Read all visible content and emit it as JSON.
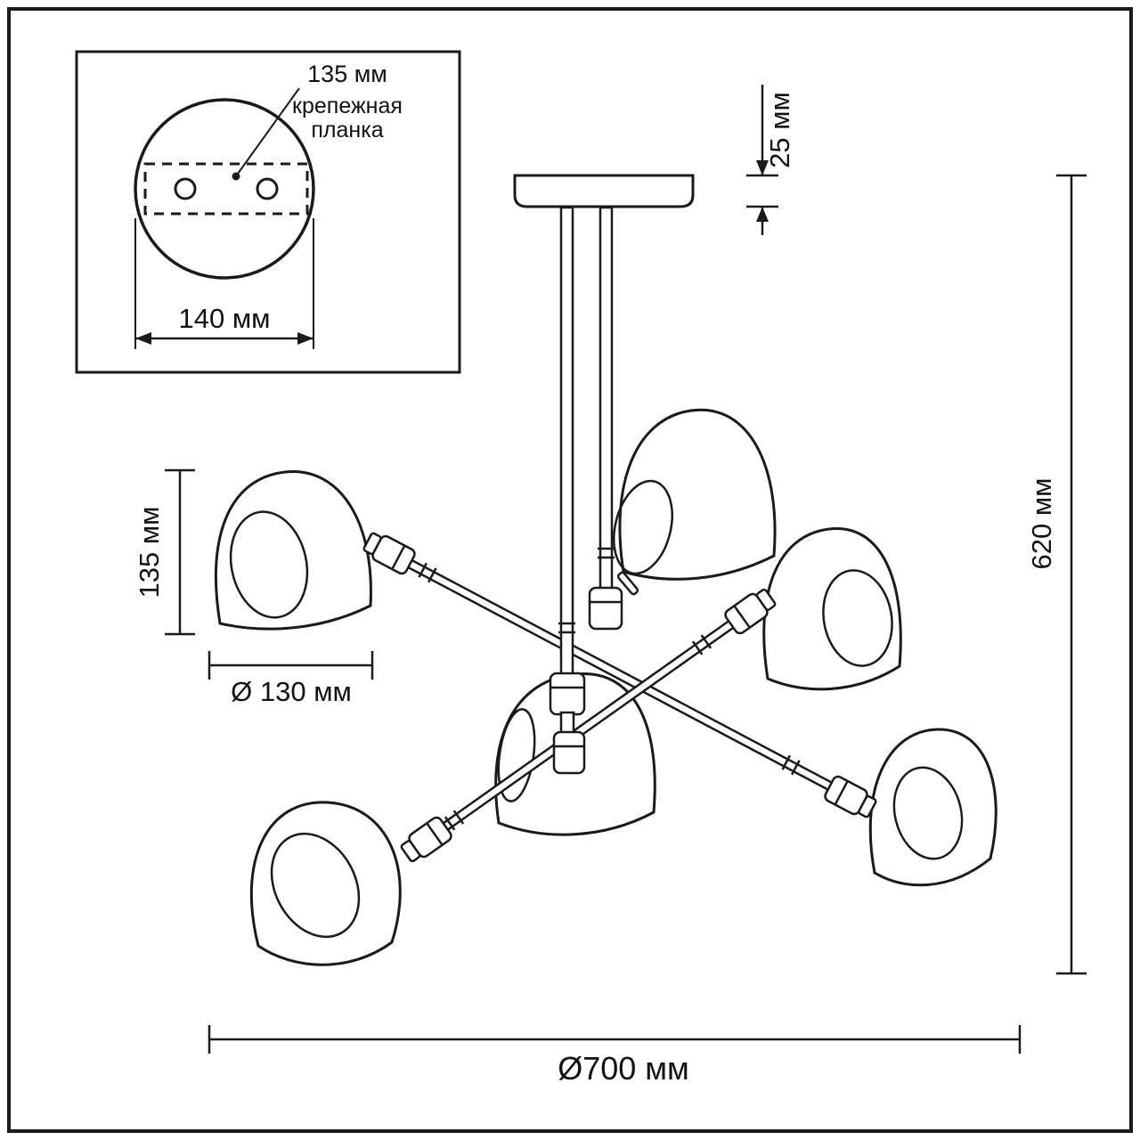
{
  "meta": {
    "background_color": "#ffffff",
    "line_color": "#1a1a1a",
    "drawing_type": "ceiling-lamp-dimension-diagram"
  },
  "inset": {
    "hole_spacing": "135 мм",
    "plate_label_1": "крепежная",
    "plate_label_2": "планка",
    "plate_width": "140 мм"
  },
  "dimensions": {
    "canopy_height": "25 мм",
    "overall_height": "620 мм",
    "shade_height": "135 мм",
    "shade_diameter": "Ø 130 мм",
    "overall_diameter": "Ø700 мм"
  }
}
